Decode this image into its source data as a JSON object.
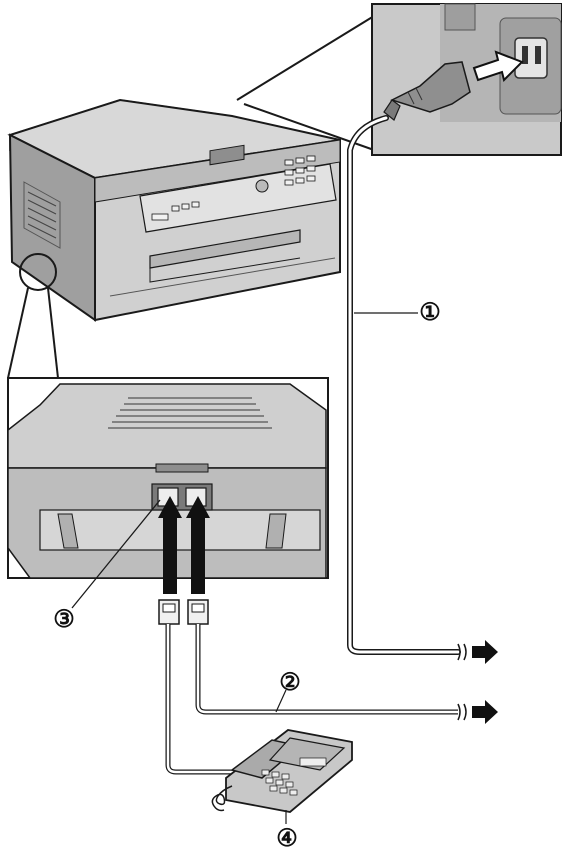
{
  "callouts": [
    {
      "id": "power-cord",
      "label": "①"
    },
    {
      "id": "telephone-line-cord",
      "label": "②"
    },
    {
      "id": "ext-jack",
      "label": "③"
    },
    {
      "id": "extension-telephone",
      "label": "④"
    }
  ],
  "colors": {
    "device_body": "#d7d7d7",
    "device_shadow": "#a9a9a9",
    "panel_bg": "#c9c9c9",
    "outline": "#1a1a1a",
    "arrow": "#111111"
  },
  "icons": [
    "power-plug-icon",
    "modular-plug-icon",
    "direction-arrow-icon"
  ]
}
